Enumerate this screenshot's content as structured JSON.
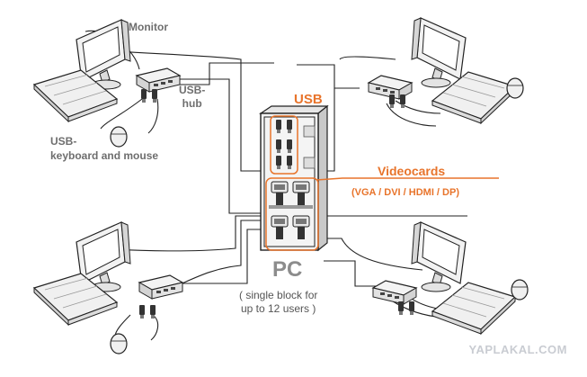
{
  "labels": {
    "monitor": "Monitor",
    "usb_hub": "USB-\nhub",
    "usb_keyboard_mouse": "USB-\nkeyboard and mouse",
    "usb": "USB",
    "videocards_title": "Videocards",
    "videocards_types": "(VGA / DVI / HDMI / DP)",
    "pc_title": "PC",
    "pc_subtitle": "( single block for\nup to 12 users )"
  },
  "watermark": "YAPLAKAL.COM",
  "colors": {
    "accent_orange": "#e8742b",
    "line": "#2a2a2a",
    "equipment_fill": "#f4f4f4",
    "label_gray": "#6e6e6e"
  },
  "workstations": [
    {
      "name": "workstation-top-left",
      "flip": false
    },
    {
      "name": "workstation-top-right",
      "flip": true
    },
    {
      "name": "workstation-bottom-left",
      "flip": false
    },
    {
      "name": "workstation-bottom-right",
      "flip": true
    }
  ]
}
